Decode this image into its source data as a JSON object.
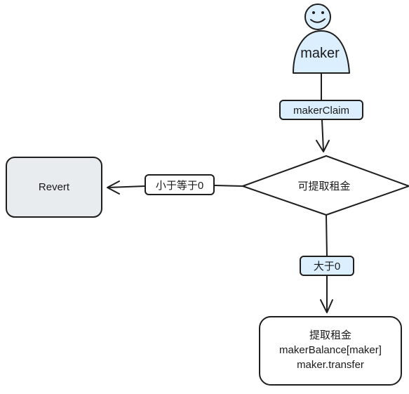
{
  "actor": {
    "label": "maker"
  },
  "edges": {
    "claim": "makerClaim",
    "le_zero": "小于等于0",
    "gt_zero": "大于0"
  },
  "decision": {
    "label": "可提取租金"
  },
  "revert": {
    "label": "Revert"
  },
  "withdraw": {
    "lines": [
      "提取租金",
      "makerBalance[maker]",
      "maker.transfer"
    ]
  },
  "colors": {
    "actor_fill": "#dcefff",
    "edge_label_fill": "#dcefff",
    "revert_fill": "#e9ecef",
    "stroke": "#1e1e1e"
  }
}
